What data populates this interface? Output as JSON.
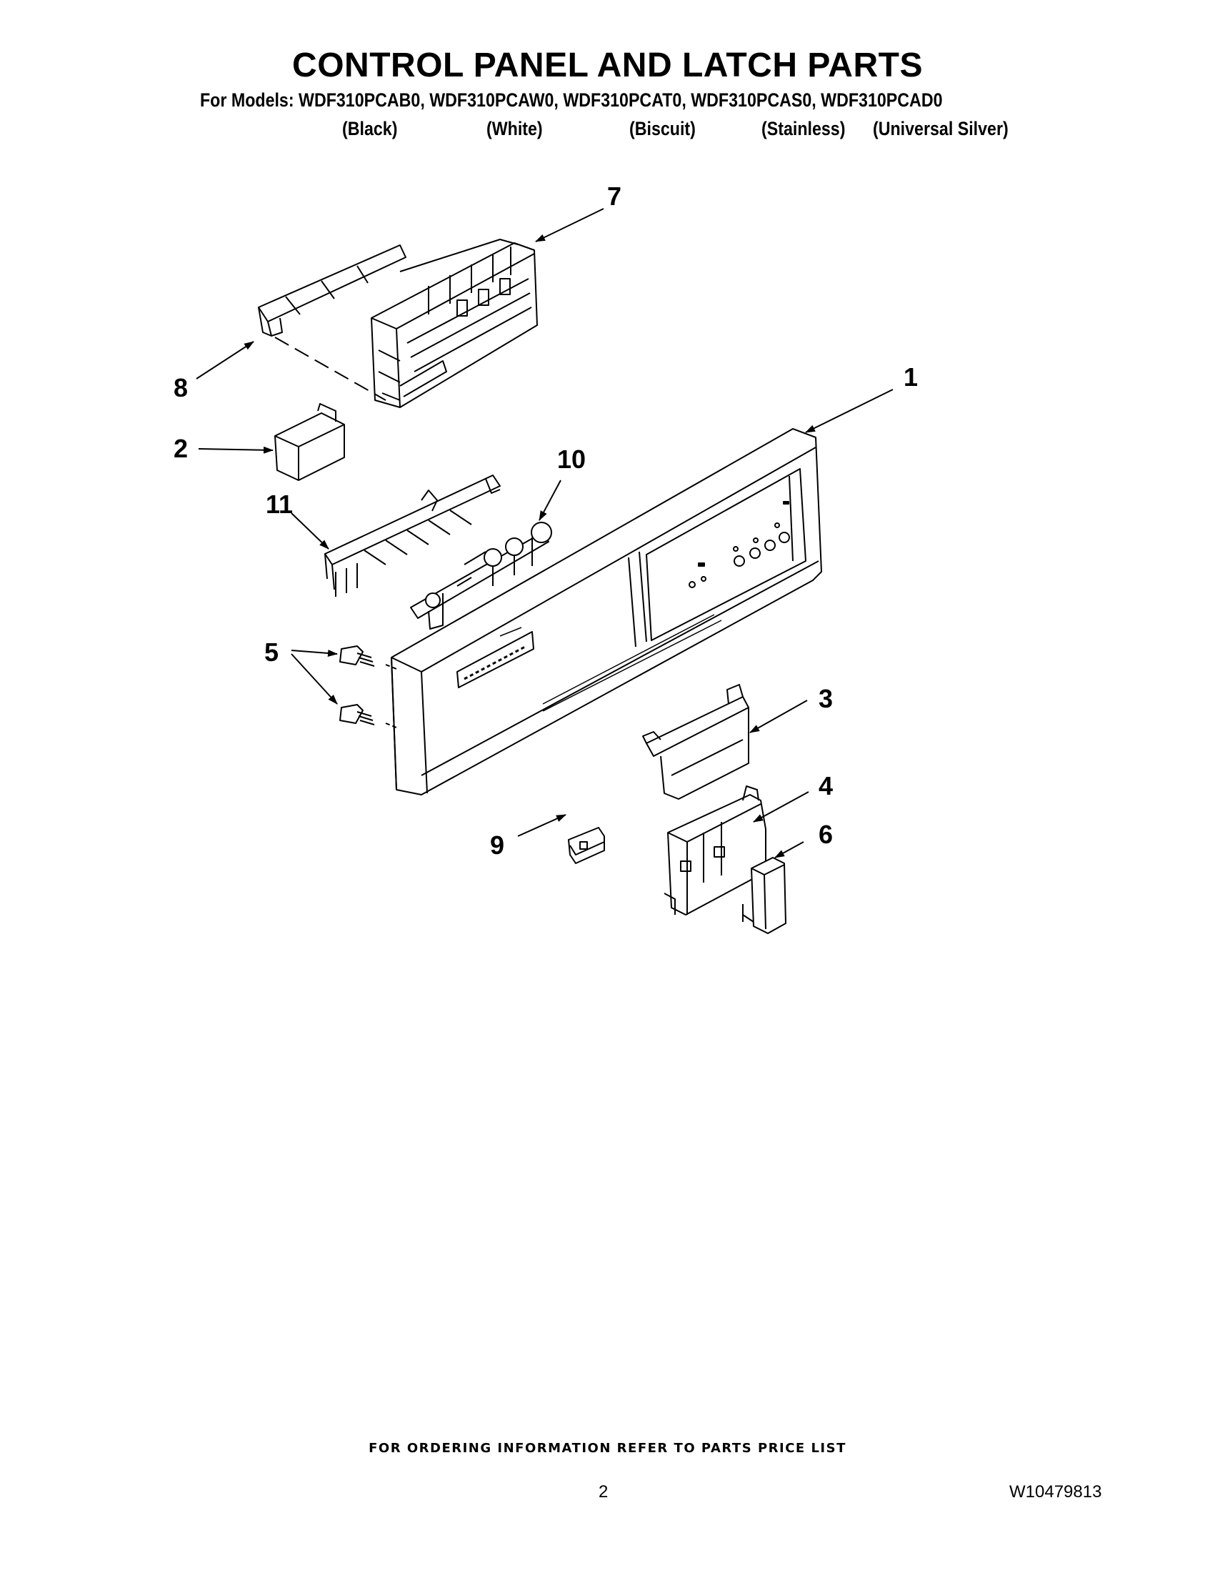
{
  "page": {
    "title": "CONTROL PANEL AND LATCH PARTS",
    "models_line": "For Models: WDF310PCAB0, WDF310PCAW0, WDF310PCAT0, WDF310PCAS0, WDF310PCAD0",
    "colors": [
      "(Black)",
      "(White)",
      "(Biscuit)",
      "(Stainless)",
      "(Universal Silver)"
    ]
  },
  "diagram": {
    "callouts": [
      "1",
      "2",
      "3",
      "4",
      "5",
      "6",
      "7",
      "8",
      "9",
      "10",
      "11"
    ]
  },
  "footer": {
    "ordering_note": "FOR ORDERING INFORMATION REFER TO PARTS PRICE LIST",
    "page_number": "2",
    "document_number": "W10479813"
  }
}
